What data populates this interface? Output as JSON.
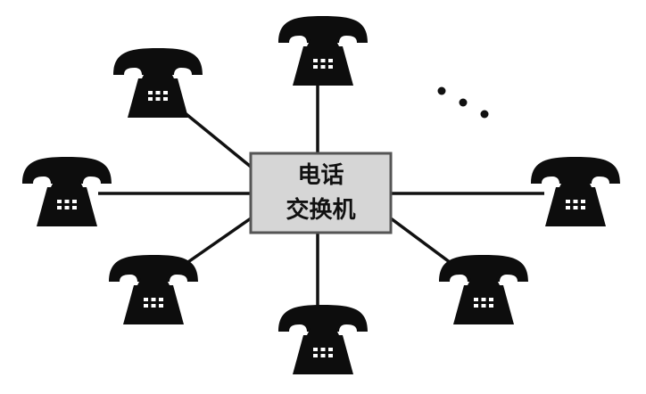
{
  "switchboard": {
    "line1": "电话",
    "line2": "交换机"
  },
  "colors": {
    "link": "#111111",
    "phone": "#0d0d0d",
    "keypad": "#ffffff",
    "box_fill": "#d6d6d6",
    "box_border": "#555555"
  },
  "phones": [
    {
      "name": "telephone-top"
    },
    {
      "name": "telephone-upper-left"
    },
    {
      "name": "telephone-left"
    },
    {
      "name": "telephone-lower-left"
    },
    {
      "name": "telephone-bottom"
    },
    {
      "name": "telephone-lower-right"
    },
    {
      "name": "telephone-right"
    }
  ],
  "more_indicator": {
    "dot_count": 3
  }
}
